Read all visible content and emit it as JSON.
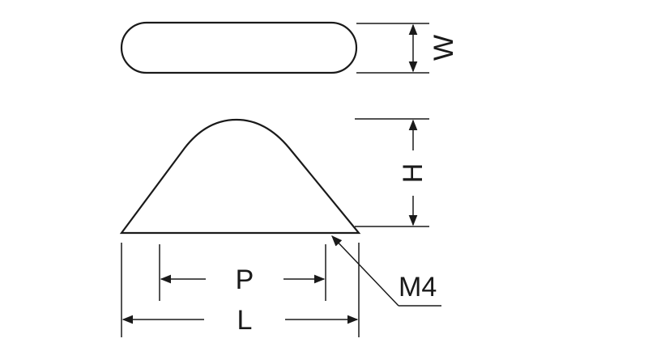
{
  "labels": {
    "width": "W",
    "height": "H",
    "pitch": "P",
    "length": "L",
    "thread": "M4"
  },
  "colors": {
    "line": "#1a1a1a",
    "background": "#ffffff"
  }
}
